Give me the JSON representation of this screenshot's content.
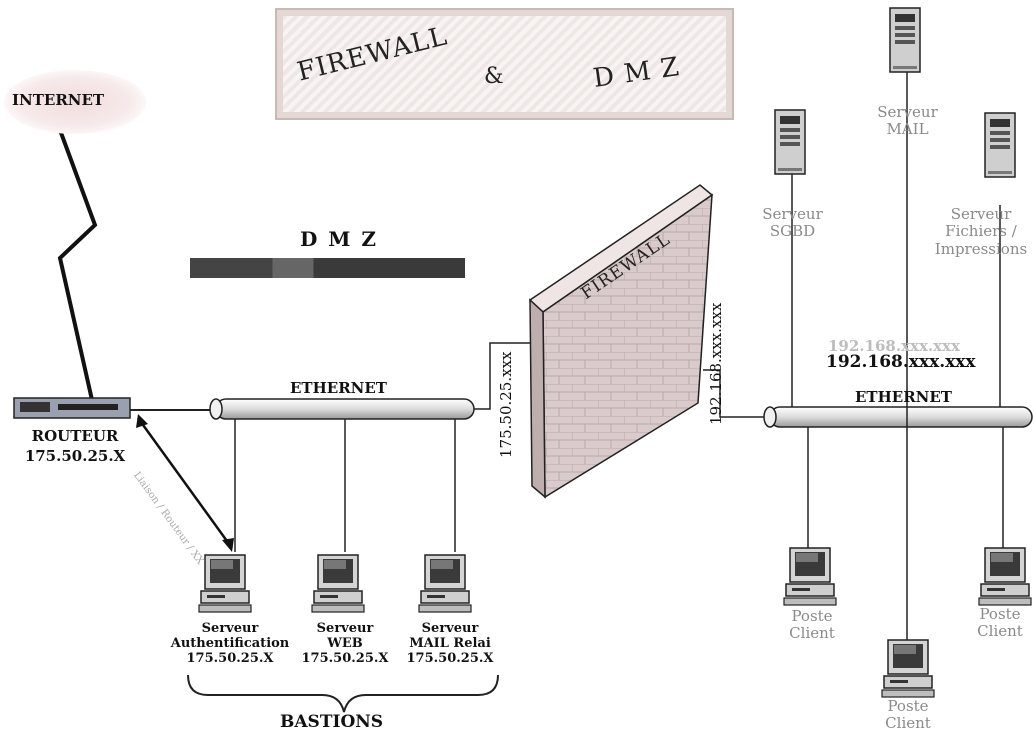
{
  "title": {
    "word1": "FIREWALL",
    "amp": "&",
    "word2": "D M Z"
  },
  "internet": {
    "label": "INTERNET"
  },
  "router": {
    "name": "ROUTEUR",
    "ip": "175.50.25.X",
    "link_label": "Liaison / Routeur / XX"
  },
  "dmz": {
    "label": "D M Z"
  },
  "left_network": {
    "label": "ETHERNET",
    "firewall_ip": "175.50.25.xxx"
  },
  "firewall": {
    "label": "FIREWALL"
  },
  "right_network": {
    "label": "ETHERNET",
    "firewall_ip": "192.168.xxx.xxx",
    "subnet": "192.168.xxx.xxx",
    "subnet_ghost": "192.168.xxx.xxx"
  },
  "bastions": {
    "label": "BASTIONS",
    "servers": [
      {
        "line1": "Serveur",
        "line2": "Authentification",
        "ip": "175.50.25.X"
      },
      {
        "line1": "Serveur",
        "line2": "WEB",
        "ip": "175.50.25.X"
      },
      {
        "line1": "Serveur",
        "line2": "MAIL Relai",
        "ip": "175.50.25.X"
      }
    ]
  },
  "internal_servers": [
    {
      "line1": "Serveur",
      "line2": "SGBD"
    },
    {
      "line1": "Serveur",
      "line2": "MAIL"
    },
    {
      "line1": "Serveur",
      "line2": "Fichiers /",
      "line3": "Impressions"
    }
  ],
  "clients": [
    {
      "line1": "Poste",
      "line2": "Client"
    },
    {
      "line1": "Poste",
      "line2": "Client"
    },
    {
      "line1": "Poste",
      "line2": "Client"
    }
  ],
  "colors": {
    "wall_front": "#d9cbcb",
    "wall_side": "#bfaeae",
    "wall_top": "#efe5e5",
    "pipe": "#e8e8e8",
    "line": "#222222"
  }
}
